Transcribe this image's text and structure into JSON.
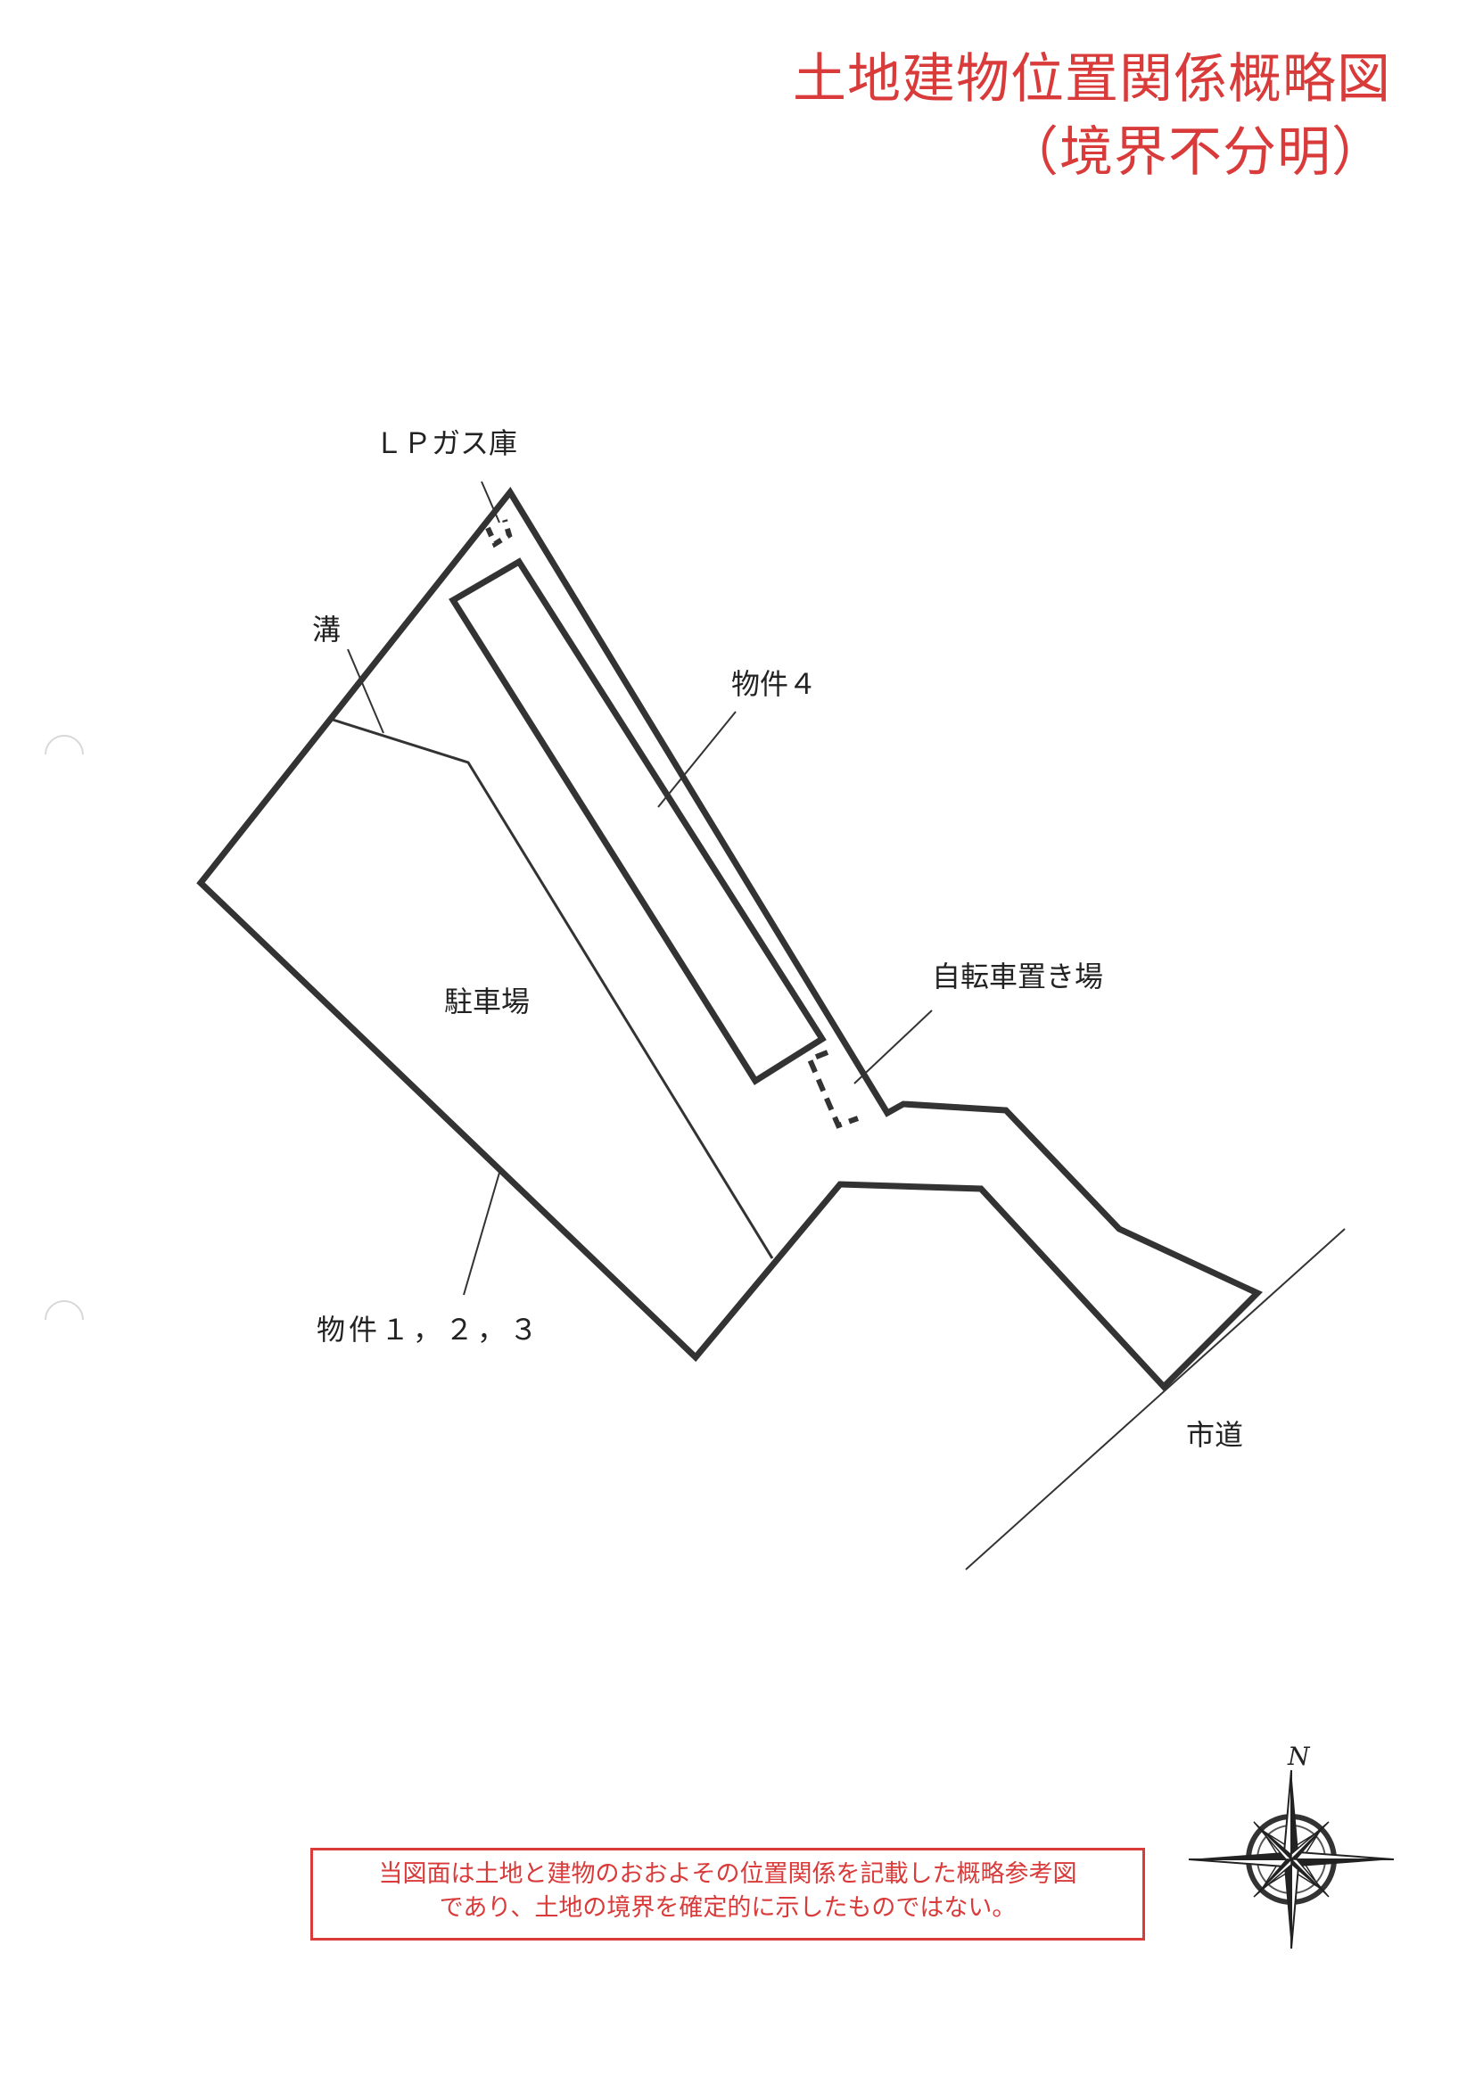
{
  "title": {
    "main": "土地建物位置関係概略図",
    "sub": "（境界不分明）"
  },
  "labels": {
    "lp_gas": "ＬＰガス庫",
    "gutter": "溝",
    "property4": "物件４",
    "parking": "駐車場",
    "bicycle": "自転車置き場",
    "property123": "物件１，２，３",
    "city_road": "市道"
  },
  "notice": {
    "line1": "当図面は土地と建物のおおよその位置関係を記載した概略参考図",
    "line2": "であり、土地の境界を確定的に示したものではない。"
  },
  "compass": {
    "north_mark": "N"
  },
  "colors": {
    "accent_red": "#d93a3a",
    "line": "#333333"
  }
}
